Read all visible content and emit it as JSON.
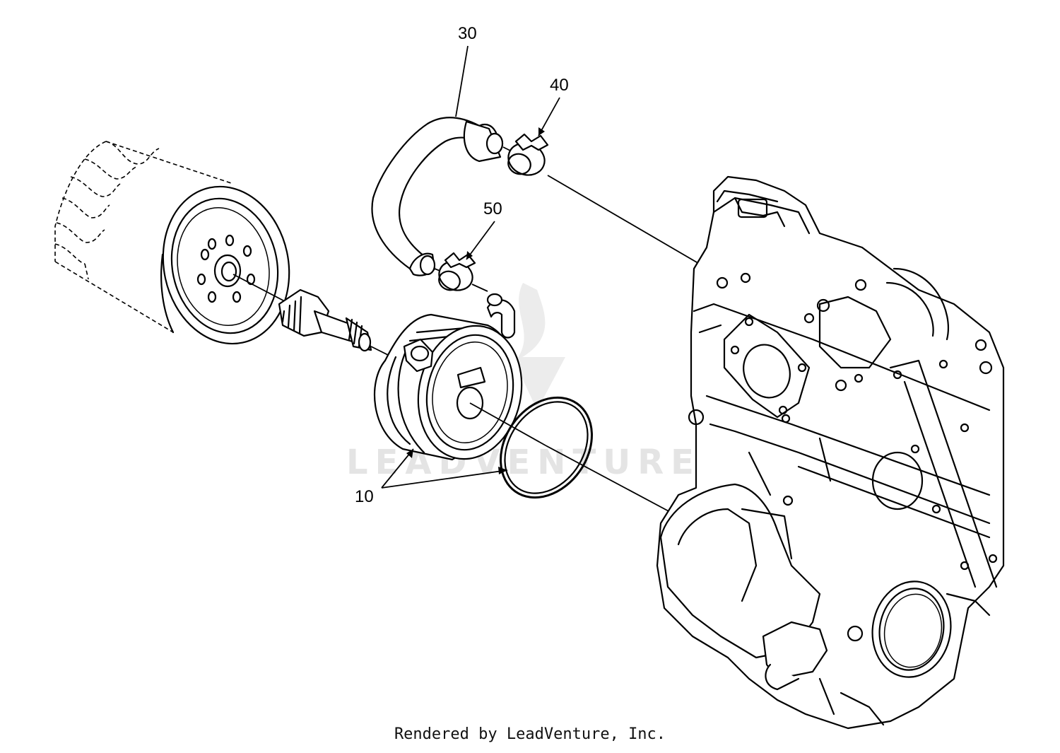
{
  "diagram": {
    "callouts": [
      {
        "id": "30",
        "label": "30"
      },
      {
        "id": "40",
        "label": "40"
      },
      {
        "id": "50",
        "label": "50"
      },
      {
        "id": "10",
        "label": "10"
      }
    ],
    "watermark": "LEADVENTURE",
    "credit": "Rendered by LeadVenture, Inc."
  }
}
